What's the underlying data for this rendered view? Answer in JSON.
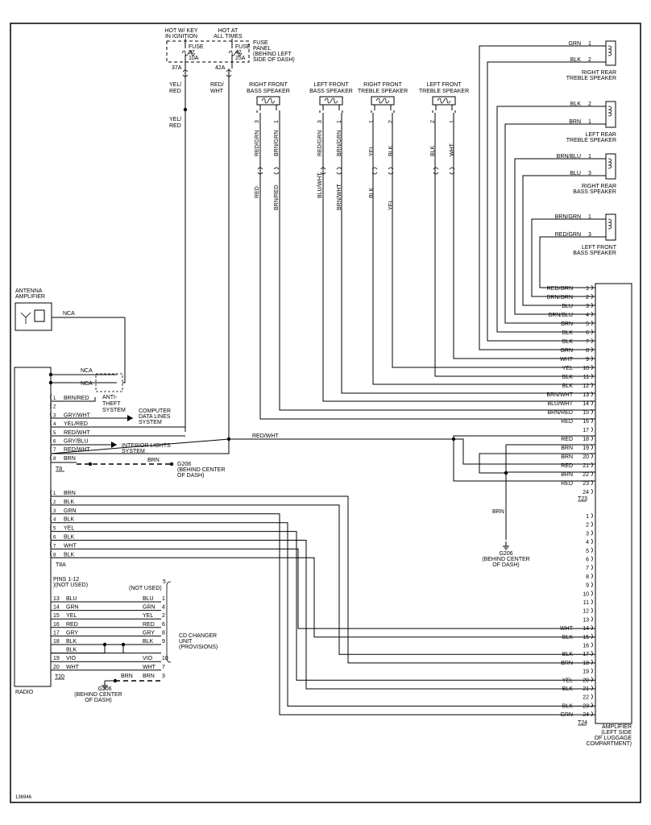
{
  "fuses": {
    "hot_key_1": "HOT W/ KEY",
    "hot_key_2": "IN IGNITION",
    "hot_all_1": "HOT AT",
    "hot_all_2": "ALL TIMES",
    "f37_1": "FUSE",
    "f37_2": "37",
    "f37_3": "10A",
    "f42_1": "FUSE",
    "f42_2": "42",
    "f42_3": "25A",
    "panel_1": "FUSE",
    "panel_2": "PANEL",
    "panel_3": "(BEHIND LEFT",
    "panel_4": "SIDE OF DASH)",
    "out37": "37A",
    "out42": "42A",
    "yelred_1a": "YEL/",
    "yelred_1b": "RED",
    "yelred_2a": "YEL/",
    "yelred_2b": "RED",
    "redwht_a": "RED/",
    "redwht_b": "WHT"
  },
  "top_speakers": [
    {
      "name1": "RIGHT FRONT",
      "name2": "BASS SPEAKER",
      "p1": "3",
      "p2": "1",
      "c1": "RED/GRN",
      "c2": "BRN/GRN",
      "b1": "RED",
      "b2": "BRN/RED"
    },
    {
      "name1": "LEFT FRONT",
      "name2": "BASS SPEAKER",
      "p1": "3",
      "p2": "1",
      "c1": "RED/GRN",
      "c2": "BRN/GRN",
      "b1": "BLU/WHT",
      "b2": "BRN/WHT"
    },
    {
      "name1": "RIGHT FRONT",
      "name2": "TREBLE SPEAKER",
      "p1": "1",
      "p2": "2",
      "c1": "YEL",
      "c2": "BLK",
      "b1": "BLK",
      "b2": "YEL"
    },
    {
      "name1": "LEFT FRONT",
      "name2": "TREBLE SPEAKER",
      "p1": "2",
      "p2": "1",
      "c1": "BLK",
      "c2": "WHT",
      "b1": "",
      "b2": ""
    }
  ],
  "right_speakers": [
    {
      "name1": "RIGHT REAR",
      "name2": "TREBLE SPEAKER",
      "c1": "GRN",
      "p1": "1",
      "c2": "BLK",
      "p2": "2"
    },
    {
      "name1": "LEFT REAR",
      "name2": "TREBLE SPEAKER",
      "c1": "BLK",
      "p1": "2",
      "c2": "BRN",
      "p2": "1"
    },
    {
      "name1": "RIGHT REAR",
      "name2": "BASS SPEAKER",
      "c1": "BRN/BLU",
      "p1": "1",
      "c2": "BLU",
      "p2": "3"
    },
    {
      "name1": "LEFT FRONT",
      "name2": "BASS SPEAKER",
      "c1": "BRN/GRN",
      "p1": "1",
      "c2": "RED/GRN",
      "p2": "3"
    }
  ],
  "antenna": {
    "l1": "ANTENNA",
    "l2": "AMPLIFIER",
    "nca": "NCA"
  },
  "anti_theft": {
    "nca1": "NCA",
    "nca2": "NCA",
    "l1": "ANTI-",
    "l2": "THEFT",
    "l3": "SYSTEM"
  },
  "t8": {
    "pins": [
      {
        "n": "1",
        "c": "BRN/RED"
      },
      {
        "n": "2",
        "c": ""
      },
      {
        "n": "3",
        "c": "GRY/WHT"
      },
      {
        "n": "4",
        "c": "YEL/RED"
      },
      {
        "n": "5",
        "c": "RED/WHT"
      },
      {
        "n": "6",
        "c": "GRY/BLU"
      },
      {
        "n": "7",
        "c": "RED/WHT"
      },
      {
        "n": "8",
        "c": "BRN"
      }
    ],
    "label": "T8",
    "cdl_1": "COMPUTER",
    "cdl_2": "DATA LINES",
    "cdl_3": "SYSTEM",
    "il_1": "INTERIOR LIGHTS",
    "il_2": "SYSTEM",
    "redwht": "RED/WHT",
    "brn": "BRN",
    "g206_1": "G206",
    "g206_2": "(BEHIND CENTER",
    "g206_3": "OF DASH)"
  },
  "t8a": {
    "pins": [
      {
        "n": "1",
        "c": "BRN"
      },
      {
        "n": "2",
        "c": "BLK"
      },
      {
        "n": "3",
        "c": "GRN"
      },
      {
        "n": "4",
        "c": "BLK"
      },
      {
        "n": "5",
        "c": "YEL"
      },
      {
        "n": "6",
        "c": "BLK"
      },
      {
        "n": "7",
        "c": "WHT"
      },
      {
        "n": "8",
        "c": "BLK"
      }
    ],
    "label": "T8A"
  },
  "t20": {
    "pins_1": "PINS 1-12",
    "pins_2": ")(NOT USED)",
    "not_used": "(NOT USED)",
    "nu_pin": "5",
    "rows": [
      {
        "n": "13",
        "c": "BLU",
        "rc": "BLU",
        "rp": "1"
      },
      {
        "n": "14",
        "c": "GRN",
        "rc": "GRN",
        "rp": "4"
      },
      {
        "n": "15",
        "c": "YEL",
        "rc": "YEL",
        "rp": "2"
      },
      {
        "n": "16",
        "c": "RED",
        "rc": "RED",
        "rp": "6"
      },
      {
        "n": "17",
        "c": "GRY",
        "rc": "GRY",
        "rp": "8"
      },
      {
        "n": "18",
        "c": "BLK",
        "rc": "BLK",
        "rp": "9"
      },
      {
        "n": "",
        "c": "BLK",
        "rc": "",
        "rp": ""
      },
      {
        "n": "19",
        "c": "VIO",
        "rc": "VIO",
        "rp": "10"
      },
      {
        "n": "20",
        "c": "WHT",
        "rc": "WHT",
        "rp": "7"
      }
    ],
    "label": "T20",
    "brn1": "BRN",
    "brn2": "BRN",
    "brn_pin": "3",
    "cd_1": "CD CHANGER",
    "cd_2": "UNIT",
    "cd_3": "(PROVISIONS)",
    "g206_1": "G206",
    "g206_2": "(BEHIND CENTER",
    "g206_3": "OF DASH)"
  },
  "radio_label": "RADIO",
  "t23": {
    "label": "T23",
    "pins": [
      {
        "n": "1",
        "c": "RED/GRN"
      },
      {
        "n": "2",
        "c": "BRN/GRN"
      },
      {
        "n": "3",
        "c": "BLU"
      },
      {
        "n": "4",
        "c": "BRN/BLU"
      },
      {
        "n": "5",
        "c": "BRN"
      },
      {
        "n": "6",
        "c": "BLK"
      },
      {
        "n": "7",
        "c": "BLK"
      },
      {
        "n": "8",
        "c": "GRN"
      },
      {
        "n": "9",
        "c": "WHT"
      },
      {
        "n": "10",
        "c": "YEL"
      },
      {
        "n": "11",
        "c": "BLK"
      },
      {
        "n": "12",
        "c": "BLK"
      },
      {
        "n": "13",
        "c": "BRN/WHT"
      },
      {
        "n": "14",
        "c": "BLU/WHT"
      },
      {
        "n": "15",
        "c": "BRN/RED"
      },
      {
        "n": "16",
        "c": "RED"
      },
      {
        "n": "17",
        "c": ""
      },
      {
        "n": "18",
        "c": "RED"
      },
      {
        "n": "19",
        "c": "BRN"
      },
      {
        "n": "20",
        "c": "BRN"
      },
      {
        "n": "21",
        "c": "RED"
      },
      {
        "n": "22",
        "c": "BRN"
      },
      {
        "n": "23",
        "c": "RED"
      },
      {
        "n": "24",
        "c": ""
      }
    ],
    "brn": "BRN",
    "g206_1": "G206",
    "g206_2": "(BEHIND CENTER",
    "g206_3": "OF DASH)"
  },
  "t24": {
    "label": "T24",
    "pins": [
      {
        "n": "1",
        "c": ""
      },
      {
        "n": "2",
        "c": ""
      },
      {
        "n": "3",
        "c": ""
      },
      {
        "n": "4",
        "c": ""
      },
      {
        "n": "5",
        "c": ""
      },
      {
        "n": "6",
        "c": ""
      },
      {
        "n": "7",
        "c": ""
      },
      {
        "n": "8",
        "c": ""
      },
      {
        "n": "9",
        "c": ""
      },
      {
        "n": "10",
        "c": ""
      },
      {
        "n": "11",
        "c": ""
      },
      {
        "n": "12",
        "c": ""
      },
      {
        "n": "13",
        "c": ""
      },
      {
        "n": "14",
        "c": "WHT"
      },
      {
        "n": "15",
        "c": "BLK"
      },
      {
        "n": "16",
        "c": ""
      },
      {
        "n": "17",
        "c": "BLK"
      },
      {
        "n": "18",
        "c": "BRN"
      },
      {
        "n": "19",
        "c": ""
      },
      {
        "n": "20",
        "c": "YEL"
      },
      {
        "n": "21",
        "c": "BLK"
      },
      {
        "n": "22",
        "c": ""
      },
      {
        "n": "23",
        "c": "BLK"
      },
      {
        "n": "24",
        "c": "GRN"
      }
    ]
  },
  "amplifier": {
    "l1": "AMPLIFIER",
    "l2": "(LEFT SIDE",
    "l3": "OF LUGGAGE",
    "l4": "COMPARTMENT)"
  },
  "diagram_id": "136946"
}
